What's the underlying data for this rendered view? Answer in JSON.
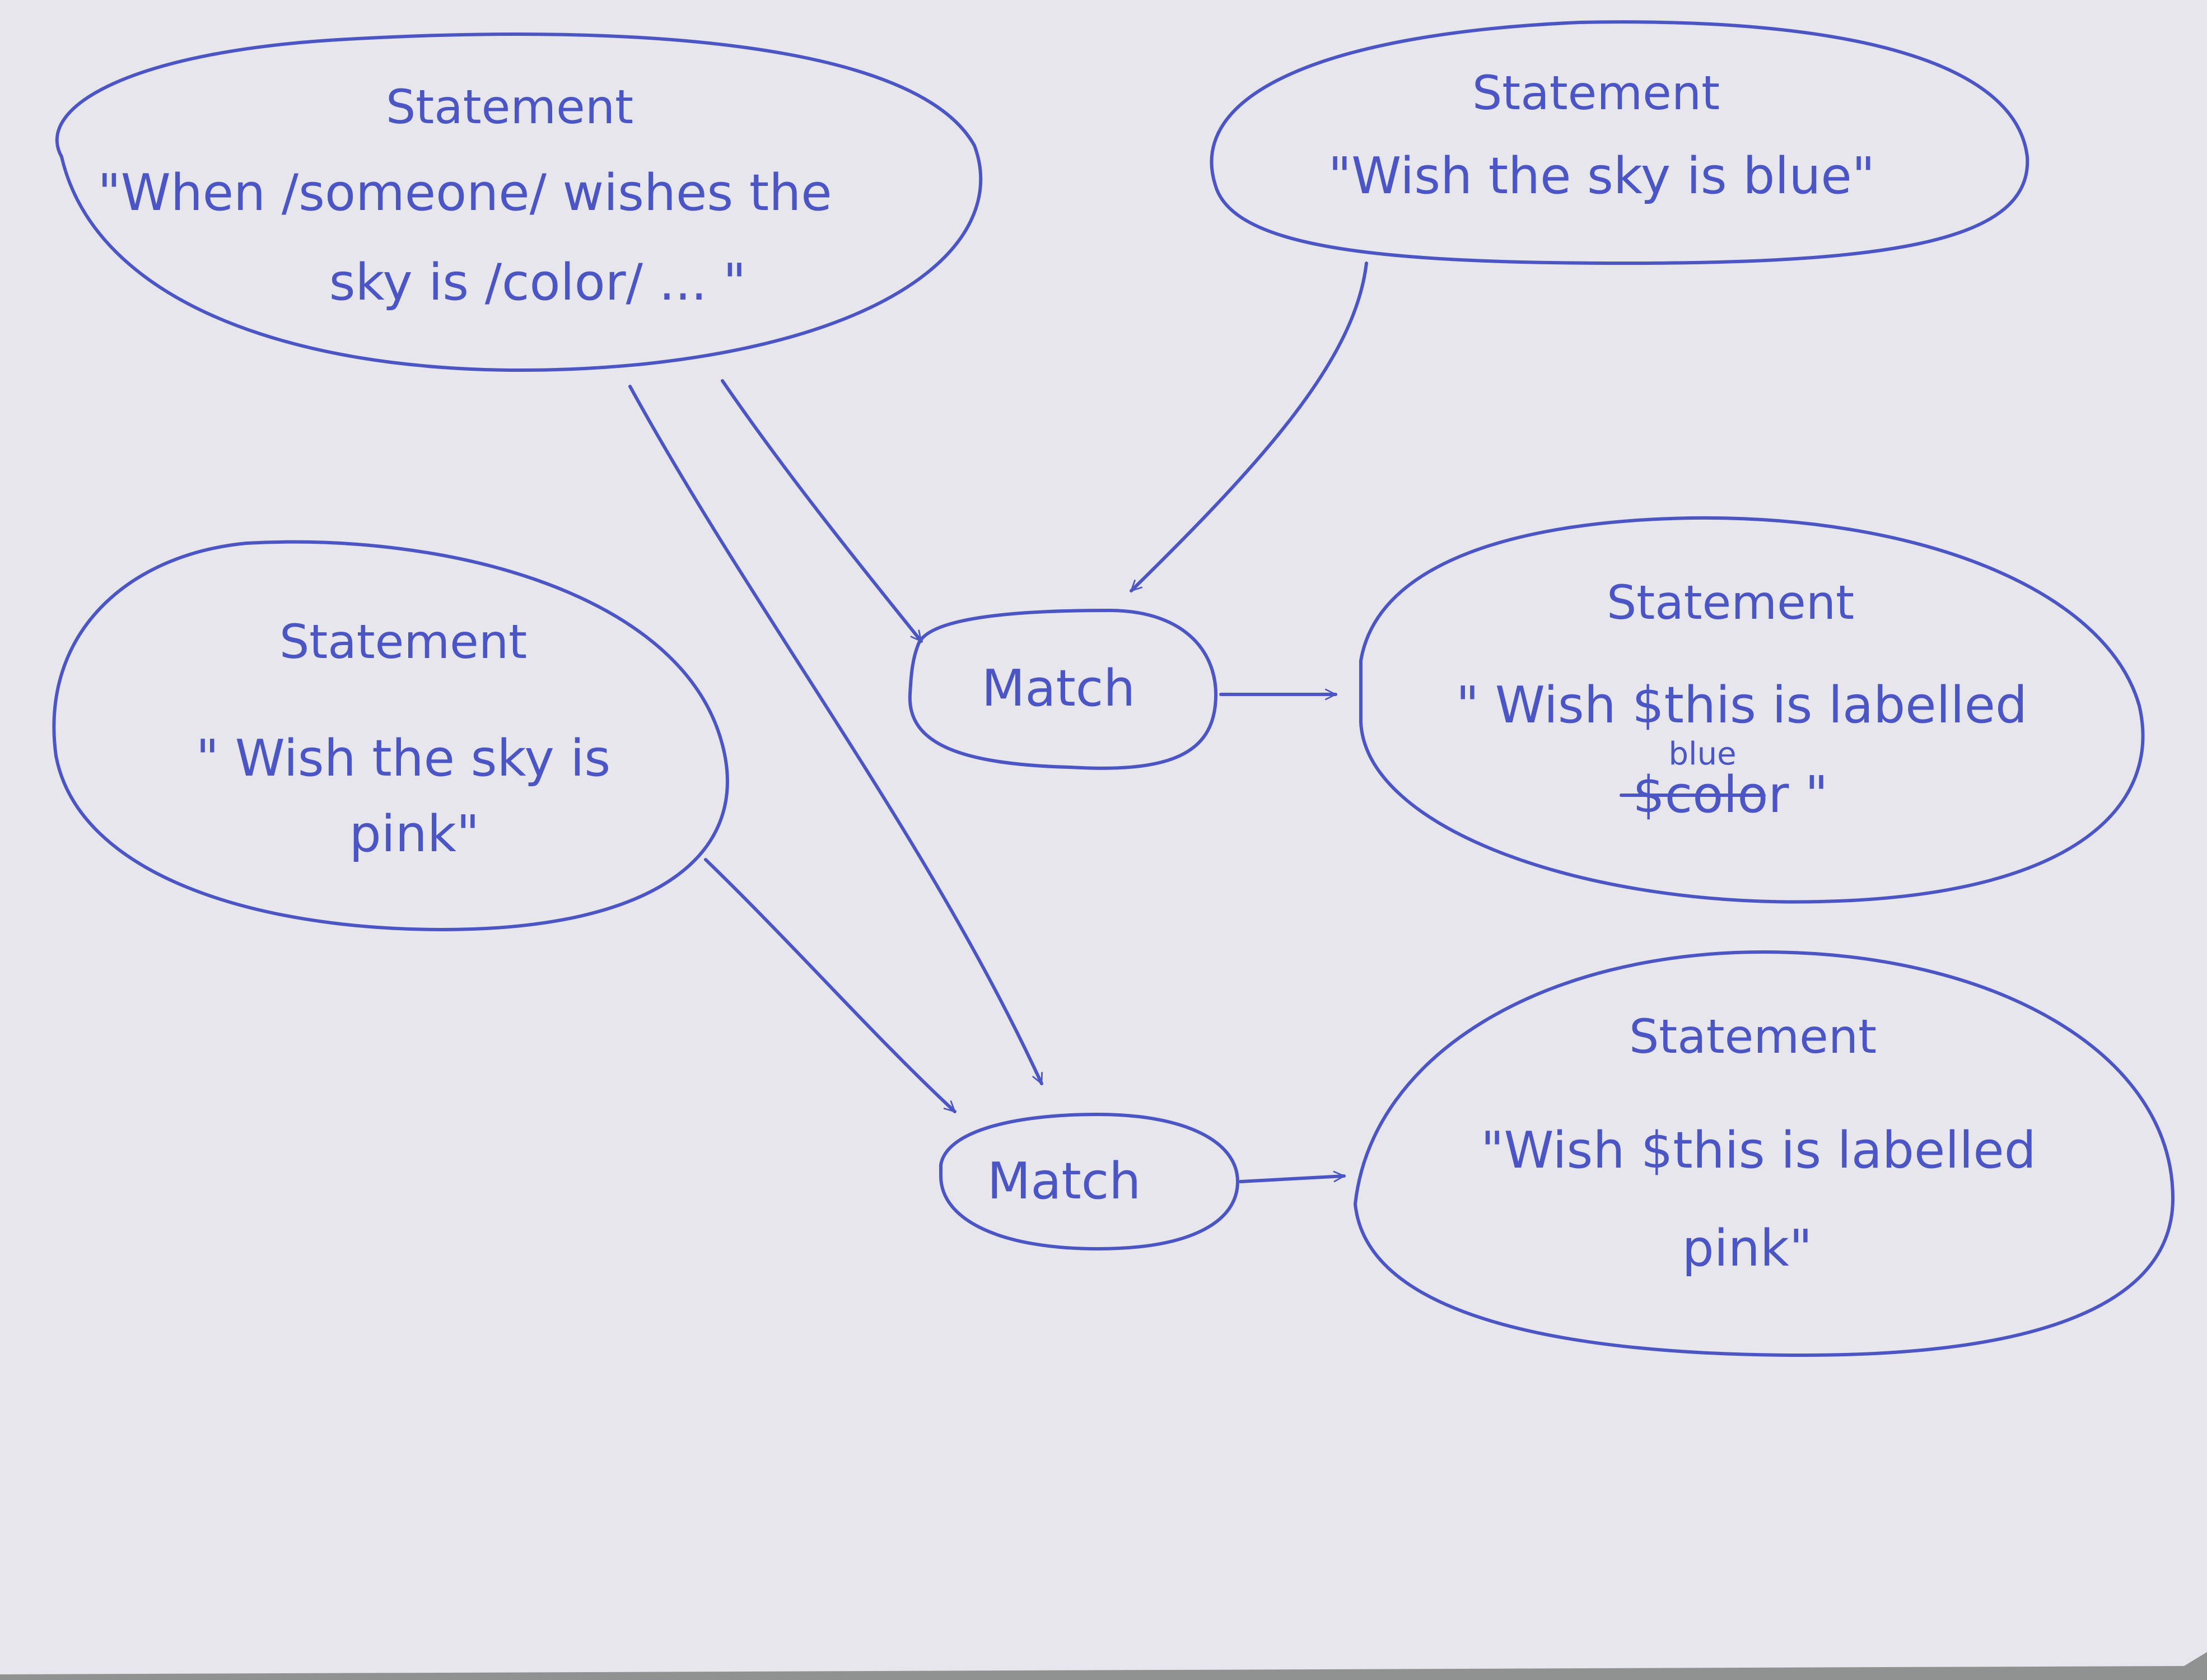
{
  "nodes": {
    "rule": {
      "title": "Statement",
      "lines": [
        "\"When /someone/ wishes the",
        "sky is /color/ ... \""
      ]
    },
    "blue_wish": {
      "title": "Statement",
      "lines": [
        "\"Wish the sky is blue\""
      ]
    },
    "pink_wish": {
      "title": "Statement",
      "lines": [
        "\" Wish the sky is",
        "pink\""
      ]
    },
    "match_top": {
      "label": "Match"
    },
    "match_bottom": {
      "label": "Match"
    },
    "blue_result": {
      "title": "Statement",
      "lines": [
        "\" Wish $this is labelled",
        "$color \""
      ],
      "correction": "blue"
    },
    "pink_result": {
      "title": "Statement",
      "lines": [
        "\"Wish $this is labelled",
        "pink\""
      ]
    }
  },
  "colors": {
    "ink": "#4b55c4",
    "paper": "#e6e6ec",
    "background": "#8f9290"
  }
}
